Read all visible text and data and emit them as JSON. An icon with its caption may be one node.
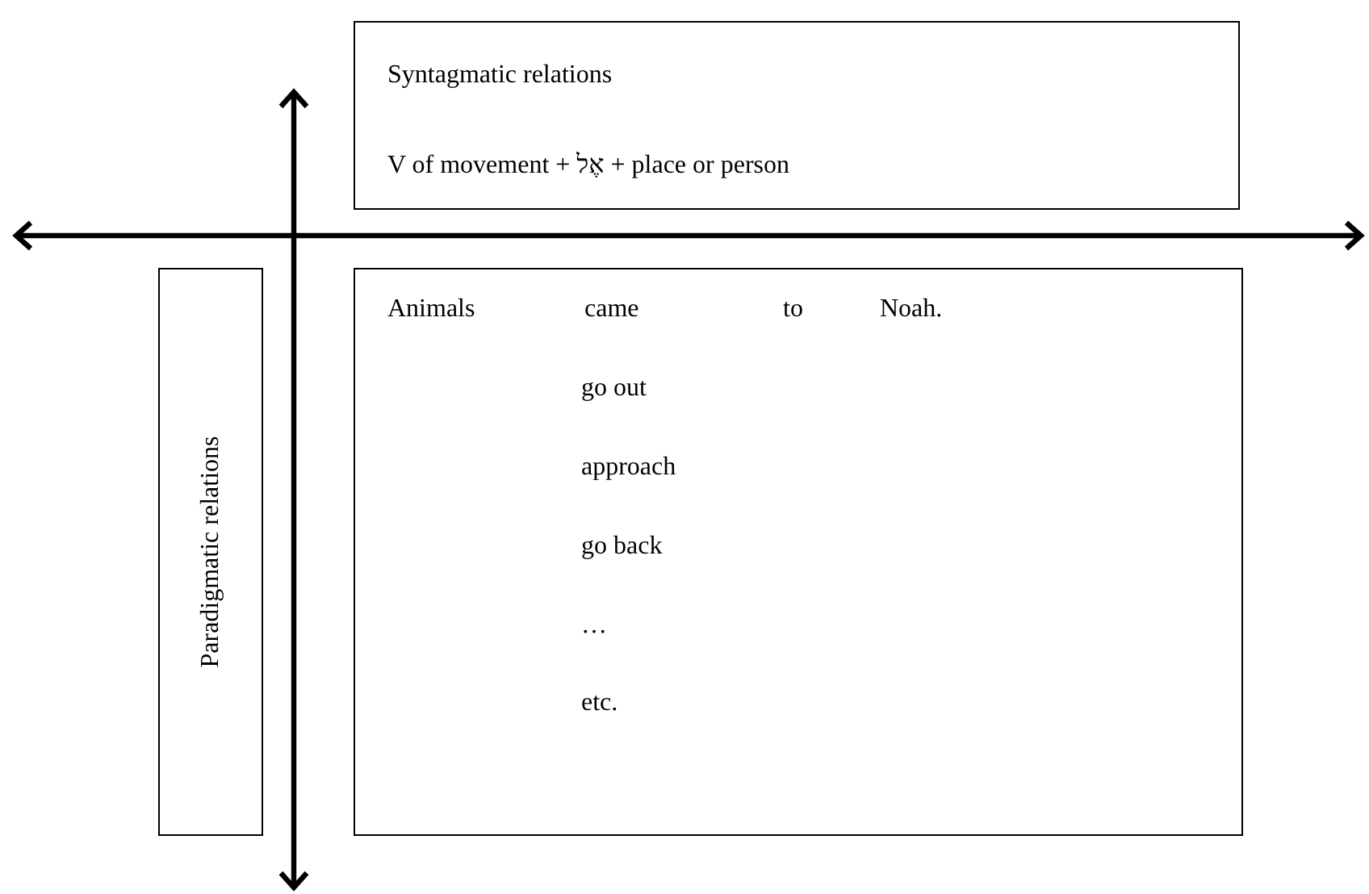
{
  "diagram": {
    "nodes": [
      {
        "text": [
          "Syntagmatic relations",
          "V of movement + אֶל + place or person"
        ]
      },
      {
        "text": [
          "Paradigmatic relations"
        ]
      },
      {
        "text": [
          "Animals",
          "came",
          "to",
          "Noah.",
          "go out",
          "approach",
          "go back",
          "…",
          "etc."
        ]
      }
    ],
    "edges": []
  }
}
